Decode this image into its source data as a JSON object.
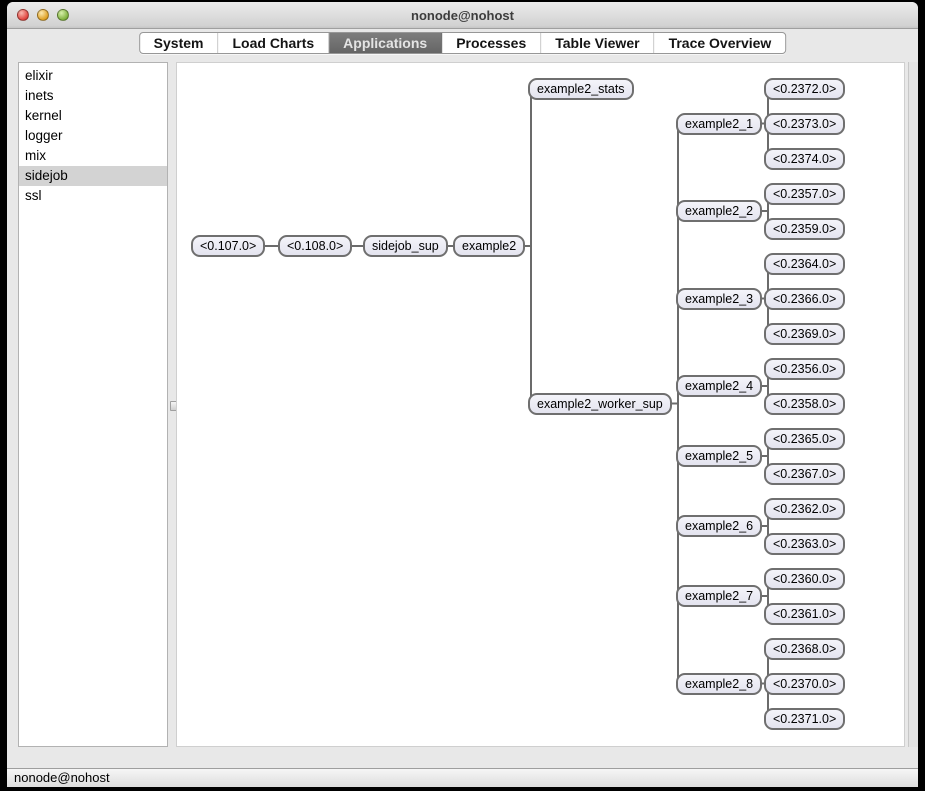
{
  "window": {
    "title": "nonode@nohost"
  },
  "toolbar": {
    "tabs": [
      {
        "label": "System",
        "selected": false
      },
      {
        "label": "Load Charts",
        "selected": false
      },
      {
        "label": "Applications",
        "selected": true
      },
      {
        "label": "Processes",
        "selected": false
      },
      {
        "label": "Table Viewer",
        "selected": false
      },
      {
        "label": "Trace Overview",
        "selected": false
      }
    ]
  },
  "sidebar": {
    "items": [
      {
        "label": "elixir",
        "selected": false
      },
      {
        "label": "inets",
        "selected": false
      },
      {
        "label": "kernel",
        "selected": false
      },
      {
        "label": "logger",
        "selected": false
      },
      {
        "label": "mix",
        "selected": false
      },
      {
        "label": "sidejob",
        "selected": true
      },
      {
        "label": "ssl",
        "selected": false
      }
    ]
  },
  "statusbar": {
    "text": "nonode@nohost"
  },
  "colors": {
    "selected_tab_bg": "#6b6b6b",
    "node_fill": "#e9e9f2",
    "node_border": "#6f6f6f",
    "selection_bg": "#d3d3d3",
    "connector": "#6b6b6b"
  },
  "tree": {
    "label": "<0.107.0>",
    "children": [
      {
        "label": "<0.108.0>",
        "children": [
          {
            "label": "sidejob_sup",
            "children": [
              {
                "label": "example2",
                "children": [
                  {
                    "label": "example2_stats",
                    "children": []
                  },
                  {
                    "label": "example2_worker_sup",
                    "children": [
                      {
                        "label": "example2_1",
                        "children": [
                          {
                            "label": "<0.2372.0>"
                          },
                          {
                            "label": "<0.2373.0>"
                          },
                          {
                            "label": "<0.2374.0>"
                          }
                        ]
                      },
                      {
                        "label": "example2_2",
                        "children": [
                          {
                            "label": "<0.2357.0>"
                          },
                          {
                            "label": "<0.2359.0>"
                          }
                        ]
                      },
                      {
                        "label": "example2_3",
                        "children": [
                          {
                            "label": "<0.2364.0>"
                          },
                          {
                            "label": "<0.2366.0>"
                          },
                          {
                            "label": "<0.2369.0>"
                          }
                        ]
                      },
                      {
                        "label": "example2_4",
                        "children": [
                          {
                            "label": "<0.2356.0>"
                          },
                          {
                            "label": "<0.2358.0>"
                          }
                        ]
                      },
                      {
                        "label": "example2_5",
                        "children": [
                          {
                            "label": "<0.2365.0>"
                          },
                          {
                            "label": "<0.2367.0>"
                          }
                        ]
                      },
                      {
                        "label": "example2_6",
                        "children": [
                          {
                            "label": "<0.2362.0>"
                          },
                          {
                            "label": "<0.2363.0>"
                          }
                        ]
                      },
                      {
                        "label": "example2_7",
                        "children": [
                          {
                            "label": "<0.2360.0>"
                          },
                          {
                            "label": "<0.2361.0>"
                          }
                        ]
                      },
                      {
                        "label": "example2_8",
                        "children": [
                          {
                            "label": "<0.2368.0>"
                          },
                          {
                            "label": "<0.2370.0>"
                          },
                          {
                            "label": "<0.2371.0>"
                          }
                        ]
                      }
                    ]
                  }
                ]
              }
            ]
          }
        ]
      }
    ]
  }
}
